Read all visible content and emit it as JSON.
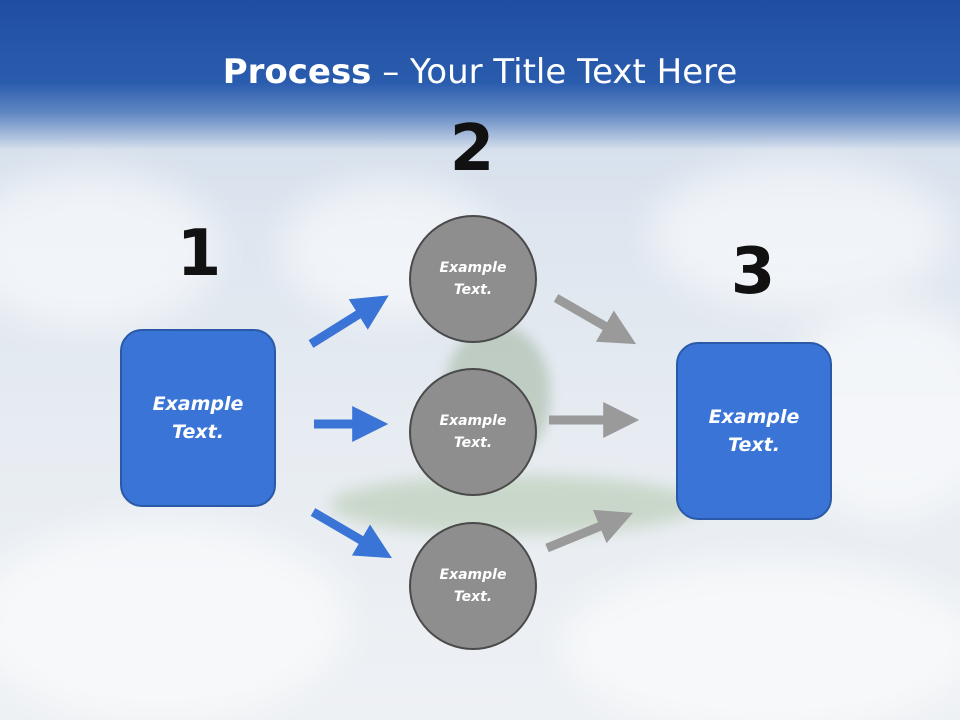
{
  "slide": {
    "title_bold": "Process",
    "title_rest": " – Your Title Text Here"
  },
  "steps": [
    {
      "number": "1",
      "box_text": "Example\nText."
    },
    {
      "number": "2",
      "circles": [
        "Example\nText.",
        "Example\nText.",
        "Example\nText."
      ]
    },
    {
      "number": "3",
      "box_text": "Example\nText."
    }
  ],
  "colors": {
    "header": "#2a5cae",
    "box_fill": "#3a74d6",
    "circle_fill": "#8e8e8e",
    "arrow_blue": "#3a74d6",
    "arrow_gray": "#9a9a9a"
  }
}
